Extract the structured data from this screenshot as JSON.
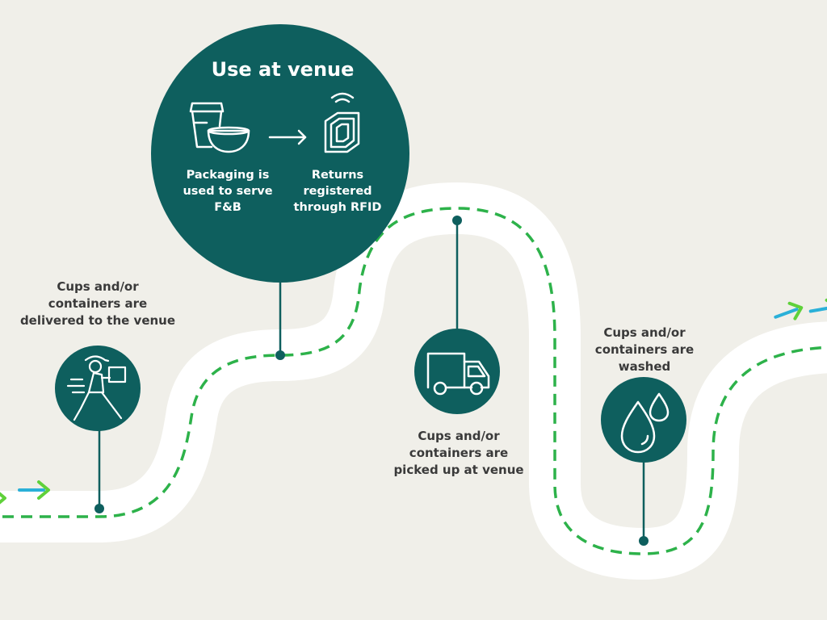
{
  "venue": {
    "title": "Use at venue",
    "left_caption": [
      "Packaging is",
      "used to serve",
      "F&B"
    ],
    "right_caption": [
      "Returns",
      "registered",
      "through RFID"
    ]
  },
  "steps": {
    "delivered": [
      "Cups and/or",
      "containers are",
      "delivered to the venue"
    ],
    "picked_up": [
      "Cups and/or",
      "containers are",
      "picked up at venue"
    ],
    "washed": [
      "Cups and/or",
      "containers are",
      "washed"
    ]
  },
  "icons": {
    "delivery": "delivery-person-icon",
    "cup_bowl": "cup-and-bowl-icon",
    "arrow": "arrow-right-icon",
    "rfid": "rfid-chip-icon",
    "truck": "truck-icon",
    "water": "water-drops-icon",
    "direction": "chevron-arrow-icon"
  },
  "colors": {
    "background": "#f0efe9",
    "road": "#ffffff",
    "dashes": "#2db24a",
    "circle": "#0e5f5e",
    "text": "#3a3a3a",
    "arrow_green": "#5fd13a",
    "arrow_cyan": "#2ab0d8"
  }
}
